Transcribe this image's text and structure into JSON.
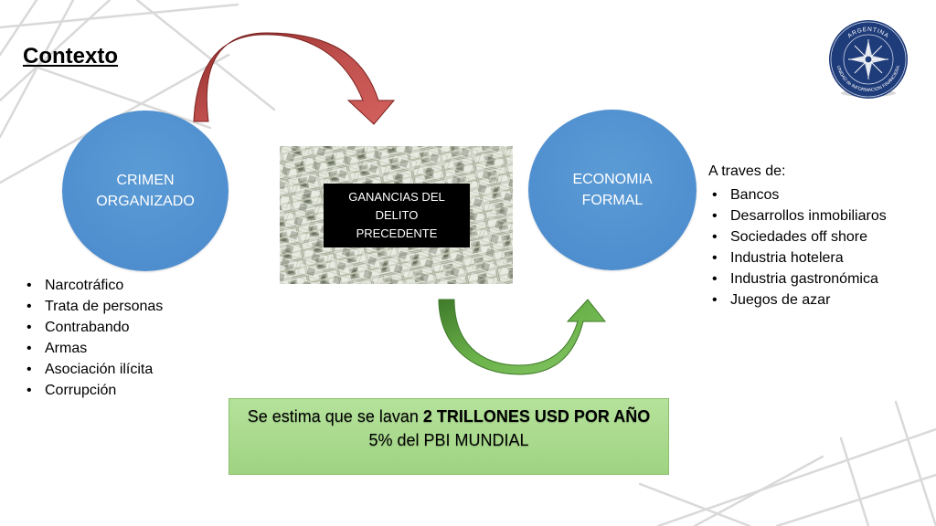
{
  "title": "Contexto",
  "circles": {
    "crimen": [
      "CRIMEN",
      "ORGANIZADO"
    ],
    "economia": [
      "ECONOMIA",
      "FORMAL"
    ]
  },
  "money_label": [
    "GANANCIAS DEL",
    "DELITO",
    "PRECEDENTE"
  ],
  "left_list": [
    "Narcotráfico",
    "Trata de personas",
    "Contrabando",
    "Armas",
    "Asociación ilícita",
    "Corrupción"
  ],
  "right_intro": "A traves de:",
  "right_list": [
    "Bancos",
    "Desarrollos inmobiliaros",
    "Sociedades off shore",
    "Industria hotelera",
    "Industria gastronómica",
    "Juegos de azar"
  ],
  "estimate": {
    "line1_prefix": "Se estima que se lavan ",
    "line1_bold": "2 TRILLONES USD POR AÑO",
    "line2": "5% del PBI MUNDIAL"
  },
  "logo": {
    "top_text": "ARGENTINA",
    "ring_text": "UNIDAD de INFORMACION FINANCIERA"
  },
  "colors": {
    "circle_blue": "#5b9bd5",
    "arrow_red": "#c0504d",
    "arrow_green": "#6bb24a",
    "box_green": "#a9dc8e",
    "seal_blue": "#1f3c7a"
  }
}
